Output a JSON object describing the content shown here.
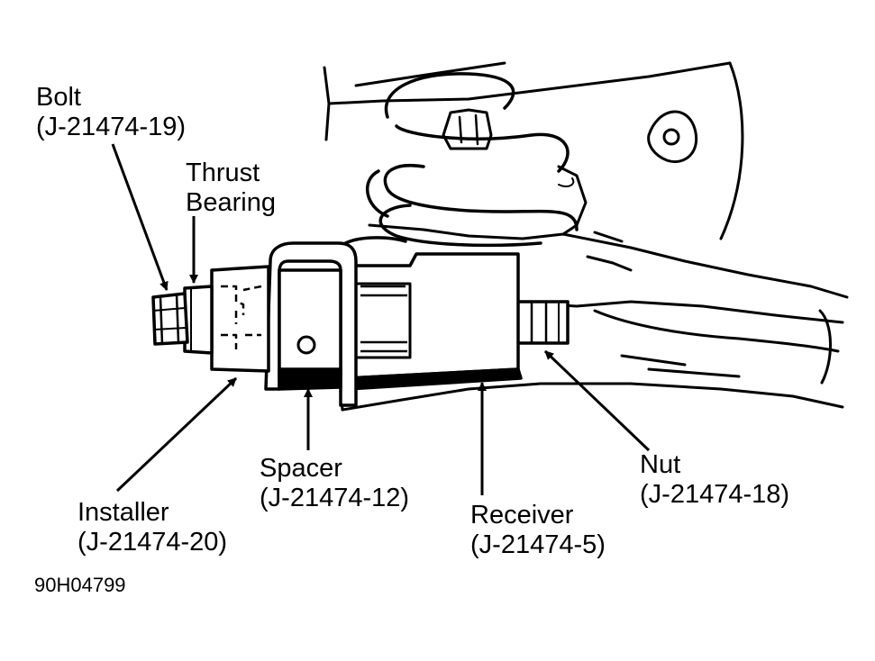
{
  "labels": {
    "bolt": {
      "name": "Bolt",
      "part": "(J-21474-19)"
    },
    "thrust_bearing": {
      "line1": "Thrust",
      "line2": "Bearing"
    },
    "spacer": {
      "name": "Spacer",
      "part": "(J-21474-12)"
    },
    "installer": {
      "name": "Installer",
      "part": "(J-21474-20)"
    },
    "receiver": {
      "name": "Receiver",
      "part": "(J-21474-5)"
    },
    "nut": {
      "name": "Nut",
      "part": "(J-21474-18)"
    }
  },
  "figure_id": "90H04799",
  "colors": {
    "ink": "#000000",
    "paper": "#ffffff"
  }
}
